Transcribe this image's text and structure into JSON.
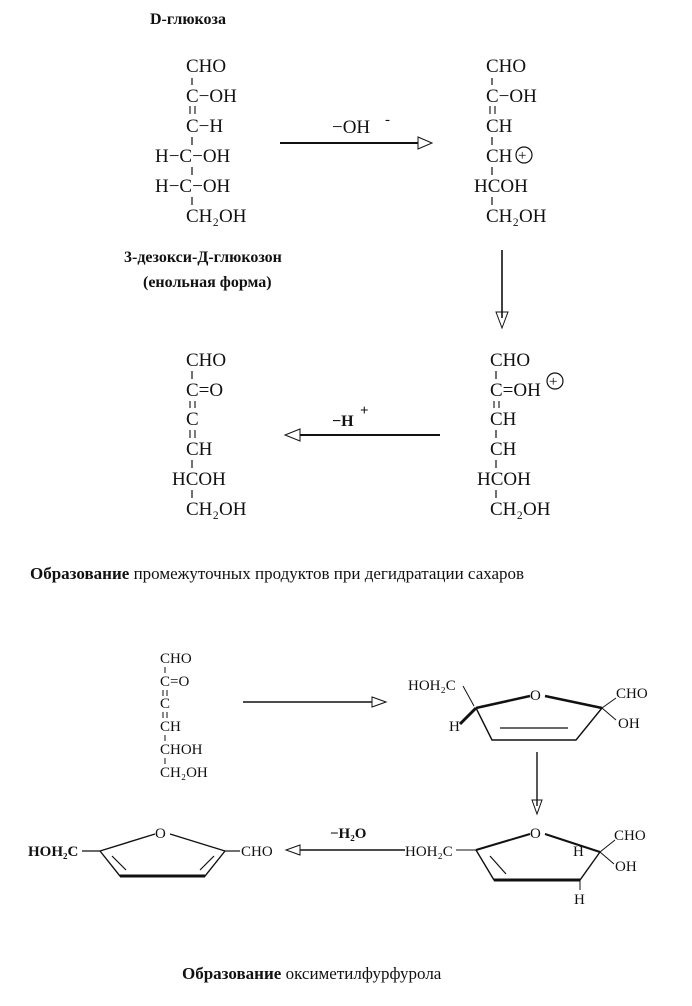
{
  "top_label": "D-глюкоза",
  "labels": {
    "glucosone_line1": "3-дезокси-Д-глюкозон",
    "glucosone_line2": "(енольная форма)"
  },
  "reagents": {
    "oh_minus": "−OH",
    "oh_minus_sup": "-",
    "h_plus": "−H",
    "h_plus_sup": "+",
    "water": "−H₂O"
  },
  "atoms": {
    "cho": "CHO",
    "c_oh": "C−OH",
    "c_h": "C−H",
    "h_c_oh": "H−C−OH",
    "ch2oh": "CH₂OH",
    "ch": "CH",
    "hcoh": "HCOH",
    "c_eq_o": "C=O",
    "c_eq_oh": "C=OH",
    "c": "C",
    "chohs": "CHOH",
    "hoh2c": "HOH₂C",
    "h": "H",
    "o": "O",
    "oh": "OH",
    "hoh2c_left": "HOH₂C",
    "plus": "+"
  },
  "captions": {
    "caption1_bold": "Образование",
    "caption1_rest": " промежуточных продуктов при дегидратации сахаров",
    "caption2_bold": "Образование",
    "caption2_rest": " оксиметилфурфурола"
  }
}
